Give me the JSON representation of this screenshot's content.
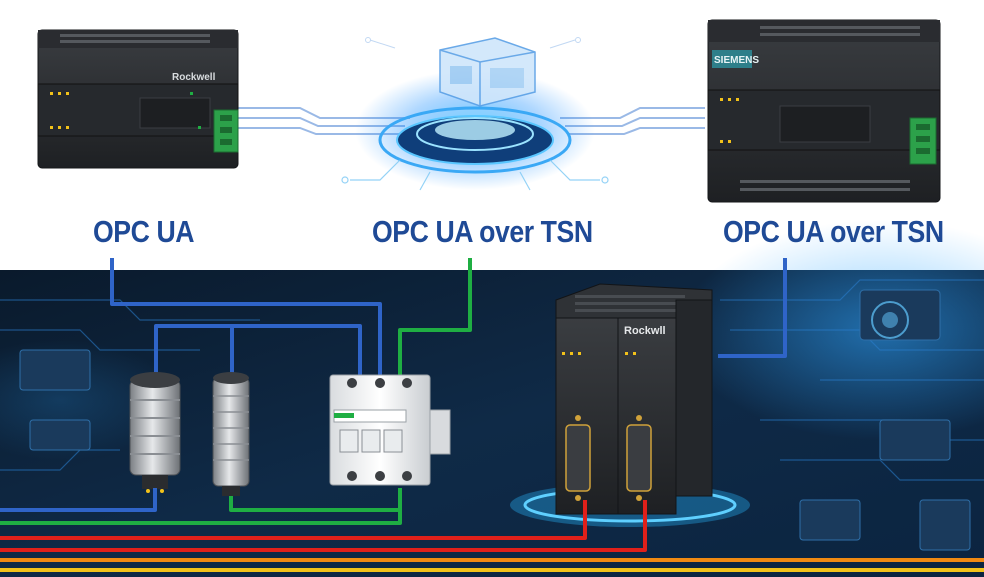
{
  "labels": {
    "left": "OPC UA",
    "center": "OPC UA over TSN",
    "right": "OPC UA over TSN"
  },
  "devices": {
    "plc_left_brand": "Rockwell",
    "plc_right_brand": "SIEMENS",
    "io_module_brand": "Rockwll"
  },
  "colors": {
    "label": "#1f4a96",
    "wire_blue": "#2f64c8",
    "wire_green": "#1fae43",
    "wire_red": "#e0201a",
    "wire_orange": "#f08a12",
    "wire_yellow": "#f2c21a",
    "glow_cyan": "#27b8ff",
    "circuit_bg": "#0b2038"
  },
  "icons": [
    "plc-controller-icon",
    "network-hub-icon",
    "inductive-sensor-icon",
    "circuit-breaker-icon",
    "io-module-icon"
  ]
}
